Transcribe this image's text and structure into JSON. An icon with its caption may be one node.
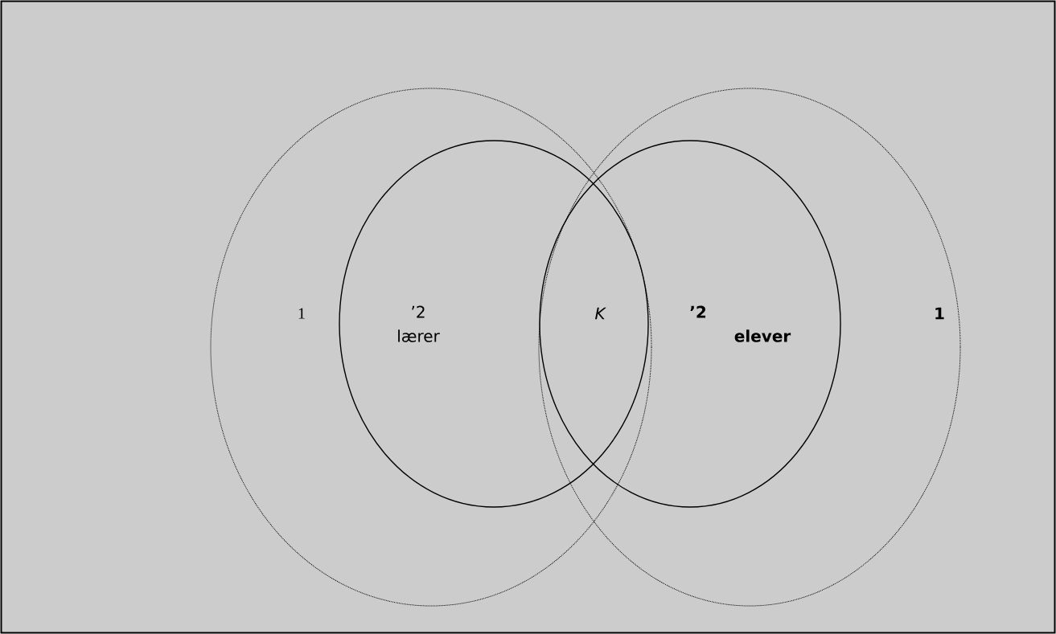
{
  "diagram": {
    "nodes": [
      {
        "text": [
          "1"
        ]
      },
      {
        "text": [
          "’2",
          "lærer"
        ],
        "in": 0
      },
      {
        "text": [
          "1"
        ]
      },
      {
        "text": [
          "’2",
          "elever"
        ],
        "in": 2
      }
    ],
    "labels": [
      "K"
    ]
  }
}
